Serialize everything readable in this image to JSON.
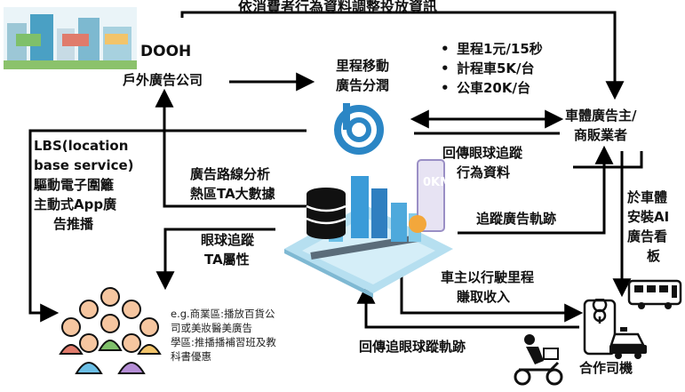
{
  "top_banner": "依消費者行為資料調整投放資訊",
  "dooh": {
    "line1": "DOOH",
    "line2": "戶外廣告公司"
  },
  "platform": {
    "line1": "里程移動",
    "line2": "廣告分潤"
  },
  "pricing": [
    "里程1元/15秒",
    "計程車5K/台",
    "公車20K/台"
  ],
  "advertiser": {
    "line1": "車體廣告主/",
    "line2": "商販業者"
  },
  "lbs": {
    "lines": [
      "LBS(location",
      "base service)",
      "驅動電子圍籬",
      "主動式App廣",
      "告推播"
    ]
  },
  "route_analysis": {
    "line1": "廣告路線分析",
    "line2": "熱區TA大數據"
  },
  "eye_track_ta": {
    "line1": "眼球追蹤",
    "line2": "TA屬性"
  },
  "return_eye_data": {
    "line1": "回傳眼球追蹤",
    "line2": "行為資料"
  },
  "track_ad": "追蹤廣告軌跡",
  "ai_board": {
    "lines": [
      "於車體",
      "安裝AI",
      "廣告看",
      "板"
    ]
  },
  "earn": {
    "line1": "車主以行駛里程",
    "line2": "賺取收入"
  },
  "return_eye_trail": "回傳追眼球蹤軌跡",
  "driver": "合作司機",
  "example": {
    "lines": [
      "e.g.商業區:播放百貨公",
      "司或美妝醫美廣告",
      "學區:推播播補習班及教",
      "科書優惠"
    ]
  },
  "phone_badge": "0KM",
  "colors": {
    "arrow": "#000000",
    "platform_blue": "#2b86c5",
    "accent": "#f3a73b"
  }
}
